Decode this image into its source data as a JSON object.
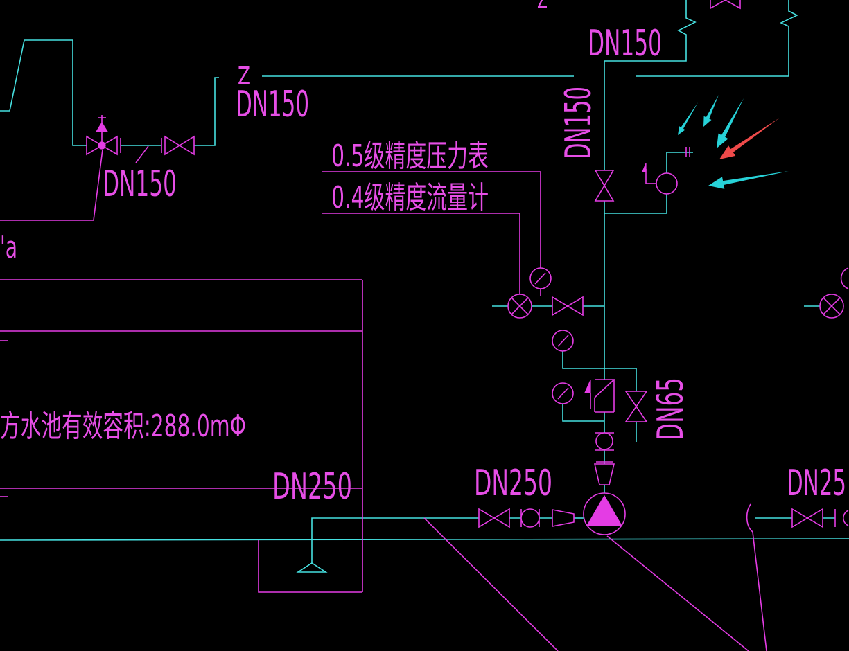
{
  "viewport": {
    "background": "#000000"
  },
  "colors": {
    "pipe": "#46e0e0",
    "annotation": "#e43ce4",
    "text": "#e64ee6",
    "arrow_cyan": "#27d2d8",
    "arrow_red": "#ee4a4a"
  },
  "labels": {
    "z_top": "Z",
    "dn150_top": "DN150",
    "z_left": "Z",
    "dn150_left": "DN150",
    "dn150_vertical": "DN150",
    "dn150_valve": "DN150",
    "pressure_gauge_note": "0.5级精度压力表",
    "flow_meter_note": "0.4级精度流量计",
    "unit_fragment": "'a",
    "tank_volume": "方水池有效容积:288.0mΦ",
    "dn250_tank": "DN250",
    "dn250_pump": "DN250",
    "dn25_right": "DN25",
    "dn65_bypass": "DN65"
  }
}
